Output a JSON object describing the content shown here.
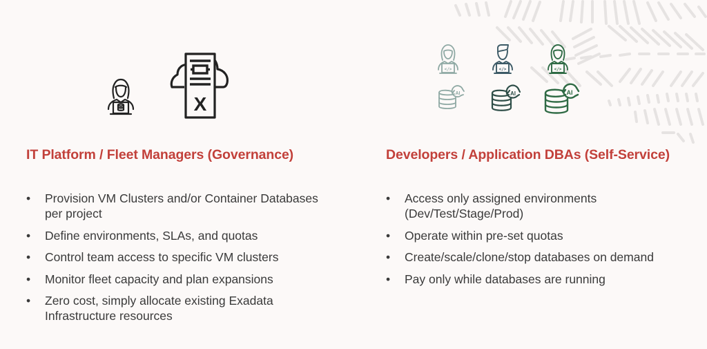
{
  "colors": {
    "background": "#fcf9f8",
    "heading": "#c2403a",
    "body_text": "#3a3a3a",
    "icon_black": "#222222",
    "icon_light_teal": "#8fa9a4",
    "icon_slate": "#3c5a66",
    "icon_dark_teal": "#2e4e48",
    "icon_green": "#2f6b45",
    "pattern": "#e4e2e1"
  },
  "left": {
    "icons": [
      "dba-person-database-icon",
      "cloud-exadata-server-icon"
    ],
    "heading": "IT Platform / Fleet Managers (Governance)",
    "bullets": [
      "Provision VM Clusters and/or Container Databases per project",
      "Define environments, SLAs, and quotas",
      "Control team access to specific VM clusters",
      "Monitor fleet capacity and plan expansions",
      "Zero cost, simply allocate existing Exadata Infrastructure resources"
    ]
  },
  "right": {
    "icons": {
      "developers": [
        "developer-woman-icon",
        "developer-man-icon",
        "developer-woman-icon"
      ],
      "databases": [
        "ai-database-icon",
        "ai-database-icon",
        "ai-database-icon"
      ],
      "ai_label": "AI",
      "code_label": "</>"
    },
    "heading": "Developers / Application DBAs (Self-Service)",
    "bullets": [
      "Access only assigned environments (Dev/Test/Stage/Prod)",
      "Operate within pre-set quotas",
      "Create/scale/clone/stop databases on demand",
      "Pay only while databases are running"
    ]
  },
  "bullet_glyph": "•"
}
